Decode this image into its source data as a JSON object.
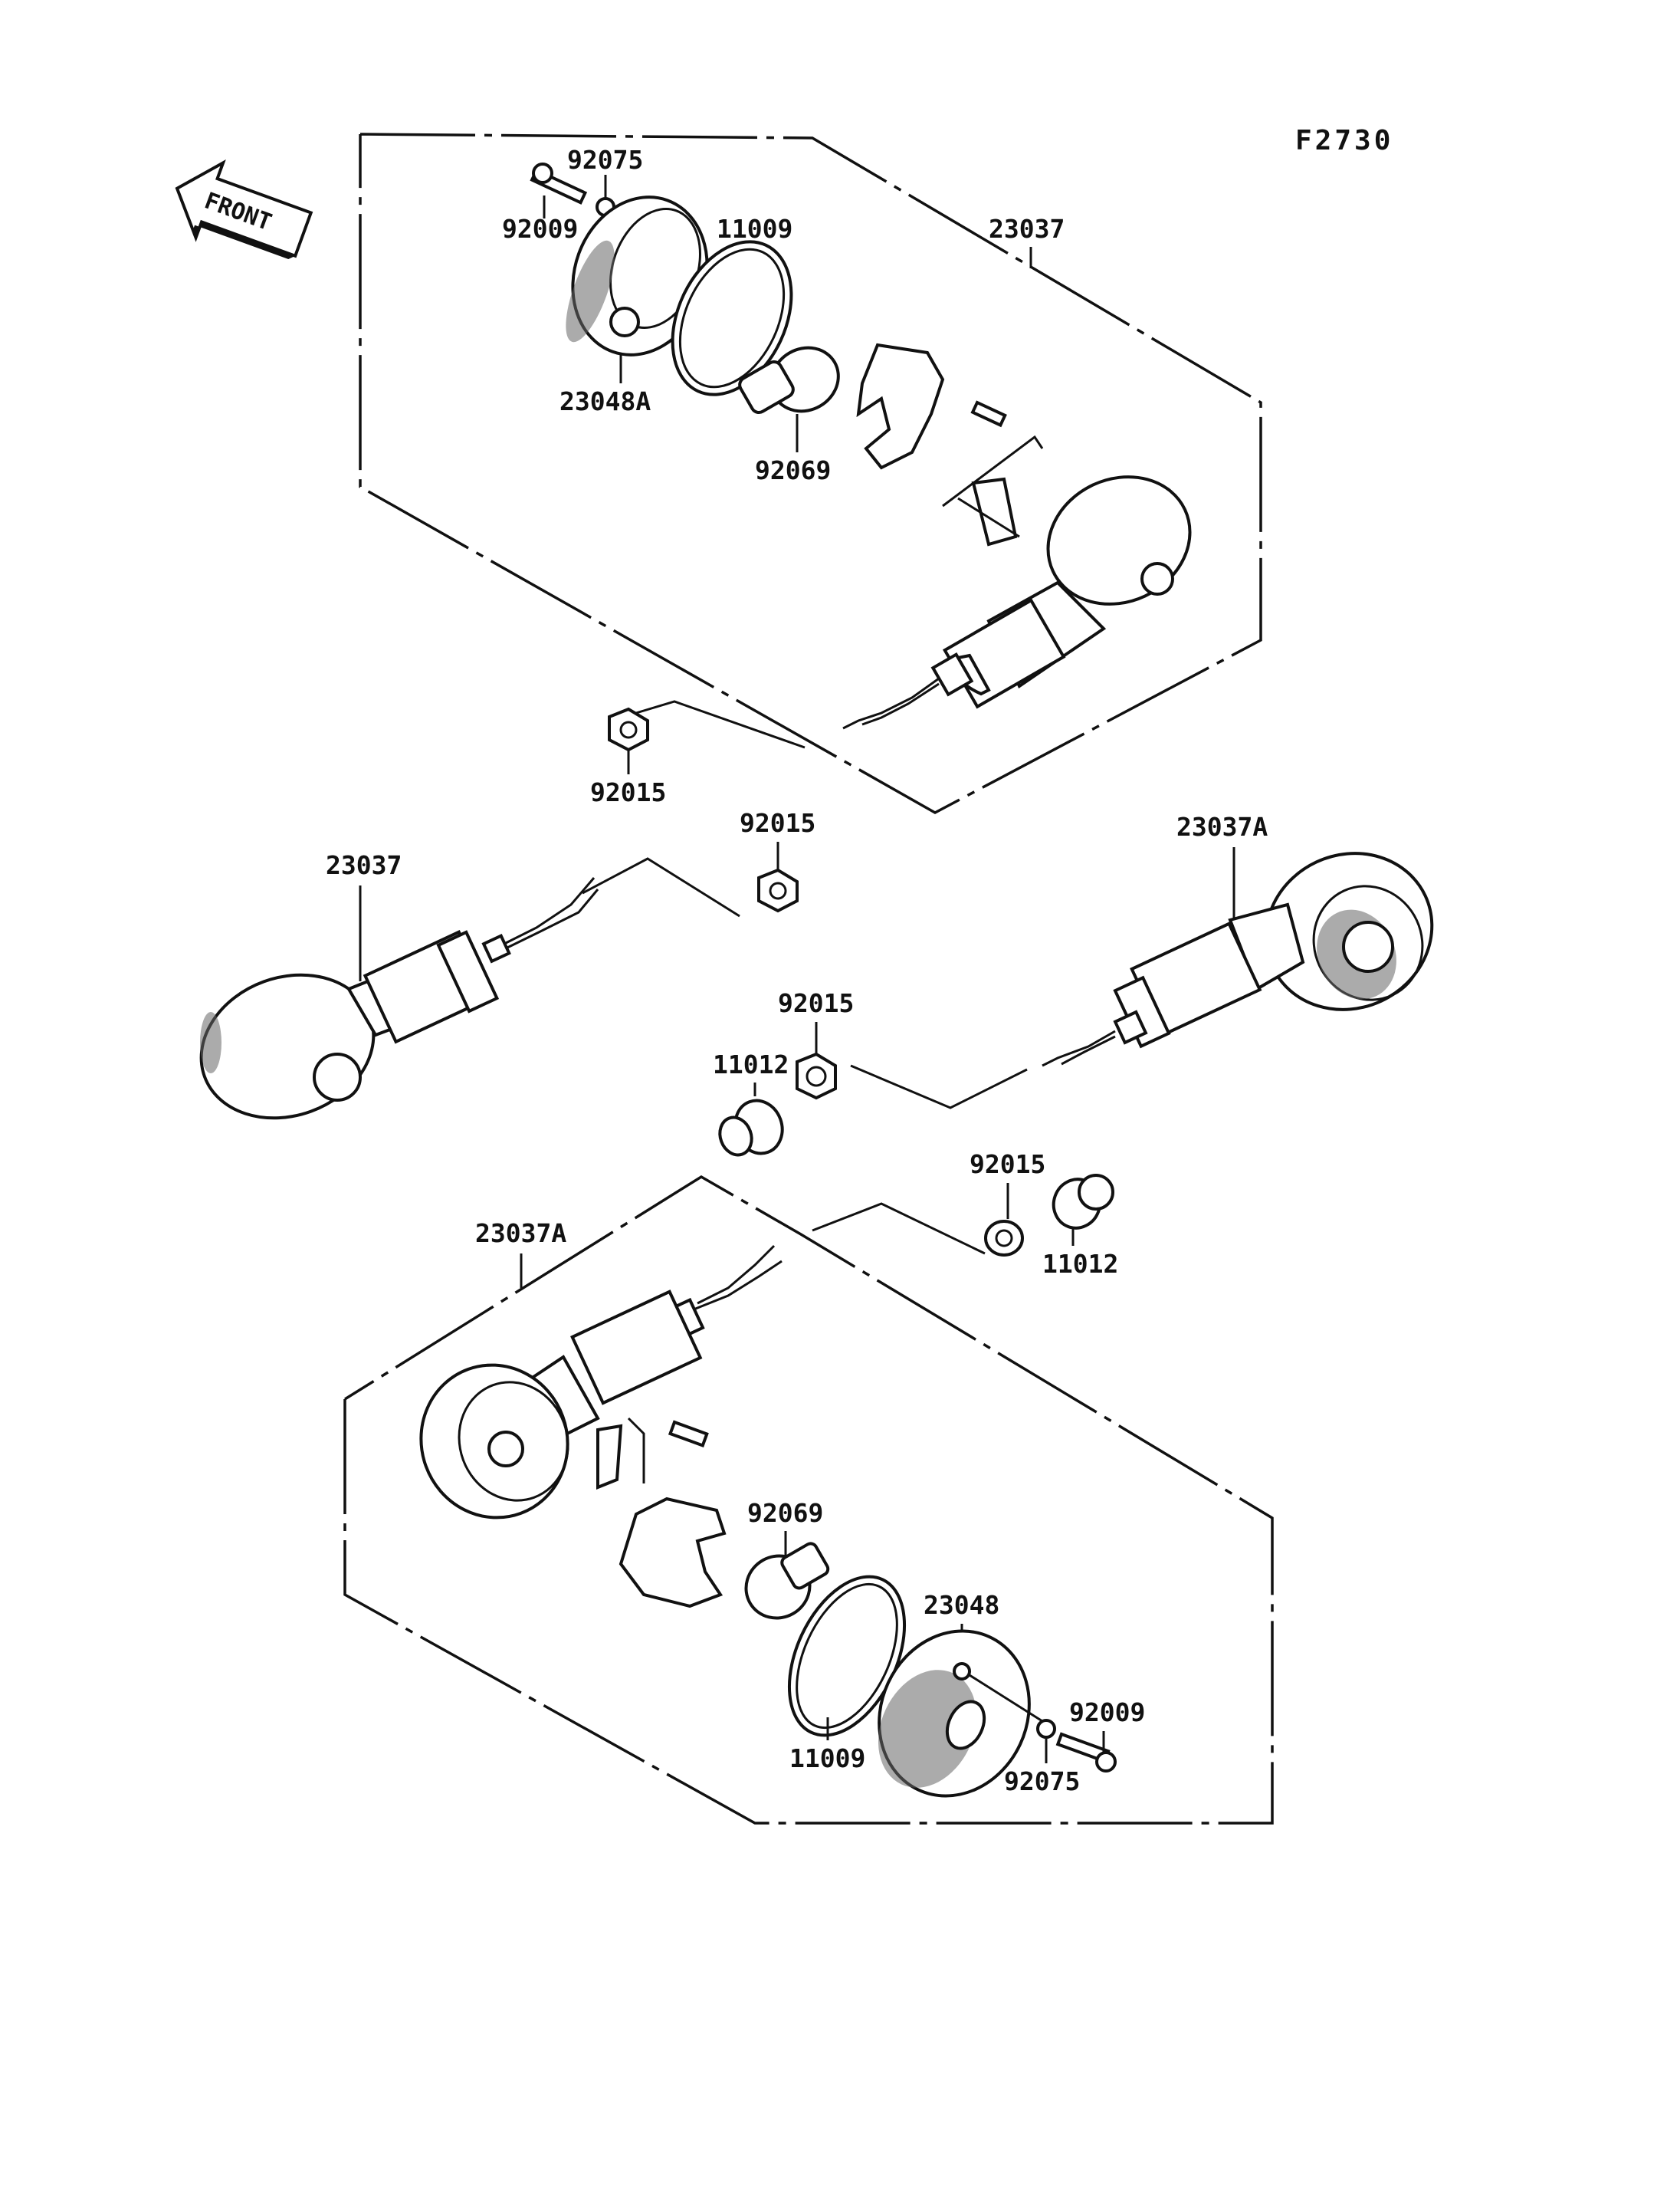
{
  "figure_code": "F2730",
  "front_arrow": {
    "label": "FRONT",
    "icon": "front-direction-arrow-icon"
  },
  "groups": {
    "top": {
      "assembly": "23037",
      "parts": [
        "92075",
        "92009",
        "11009",
        "23048A",
        "92069",
        "92015"
      ]
    },
    "middle_left": {
      "assembly": "23037",
      "parts": [
        "92015"
      ]
    },
    "middle_right": {
      "assembly": "23037A",
      "parts": [
        "92015",
        "11012"
      ]
    },
    "bottom": {
      "assembly": "23037A",
      "parts": [
        "92015",
        "11012",
        "92069",
        "23048",
        "92009",
        "11009",
        "92075"
      ]
    }
  }
}
